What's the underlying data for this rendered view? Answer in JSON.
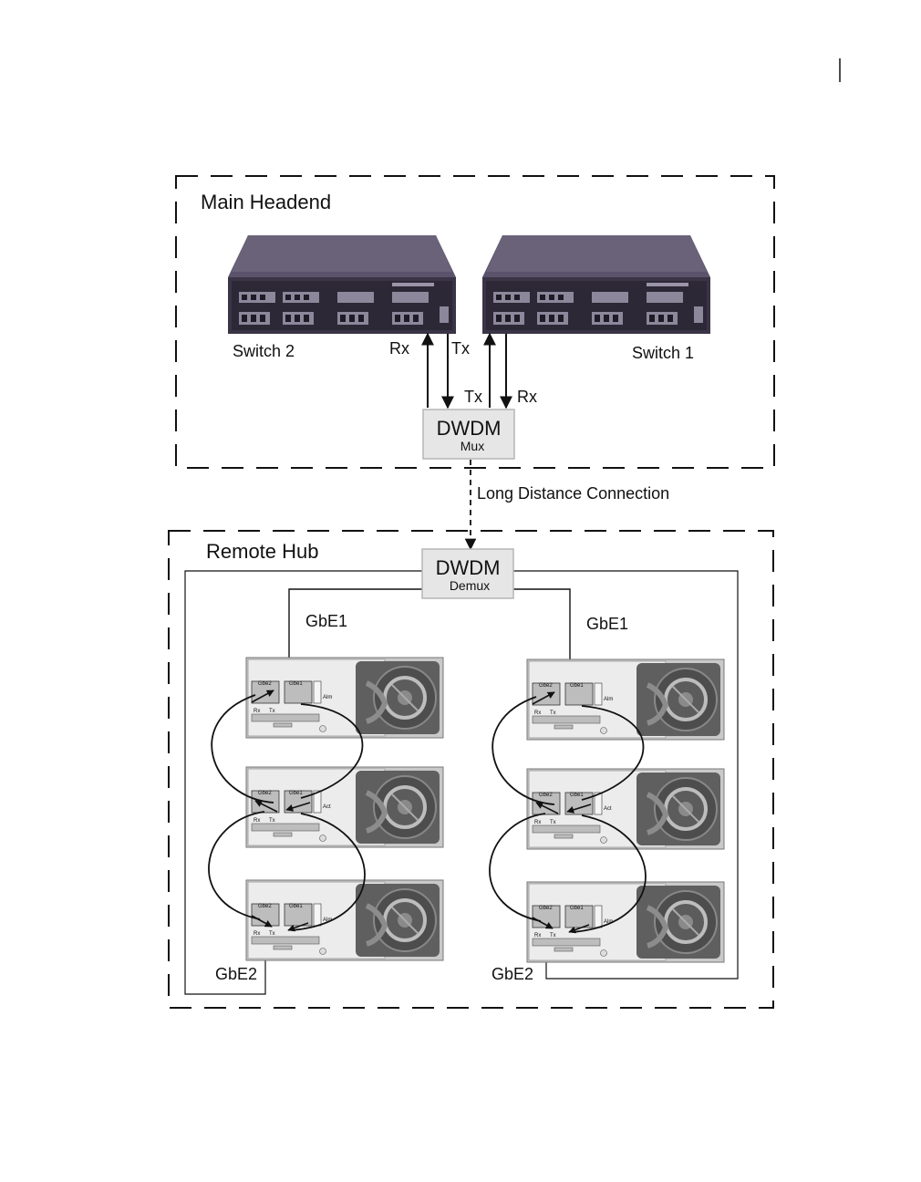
{
  "diagram": {
    "main_headend": {
      "title": "Main Headend",
      "switch_2": {
        "label": "Switch 2",
        "rx": "Rx",
        "tx": "Tx"
      },
      "switch_1": {
        "label": "Switch 1"
      },
      "mux_tx": "Tx",
      "mux_rx": "Rx",
      "mux": {
        "title": "DWDM",
        "subtitle": "Mux"
      }
    },
    "link_label": "Long Distance Connection",
    "remote_hub": {
      "title": "Remote Hub",
      "demux": {
        "title": "DWDM",
        "subtitle": "Demux"
      },
      "left_gbe1": "GbE1",
      "right_gbe1": "GbE1",
      "left_gbe2": "GbE2",
      "right_gbe2": "GbE2",
      "module": {
        "port_gbe2": "Gbe2",
        "port_gbe1": "Gbe1",
        "rx": "Rx",
        "tx": "Tx",
        "alm": "Alm",
        "act": "Act"
      }
    }
  },
  "colors": {
    "switch_chassis": "#4a4257",
    "switch_front": "#2e2a38",
    "dwdm_box": "#e6e6e6",
    "module_panel": "#dcdcdc",
    "module_fan": "#6b6b6b"
  }
}
